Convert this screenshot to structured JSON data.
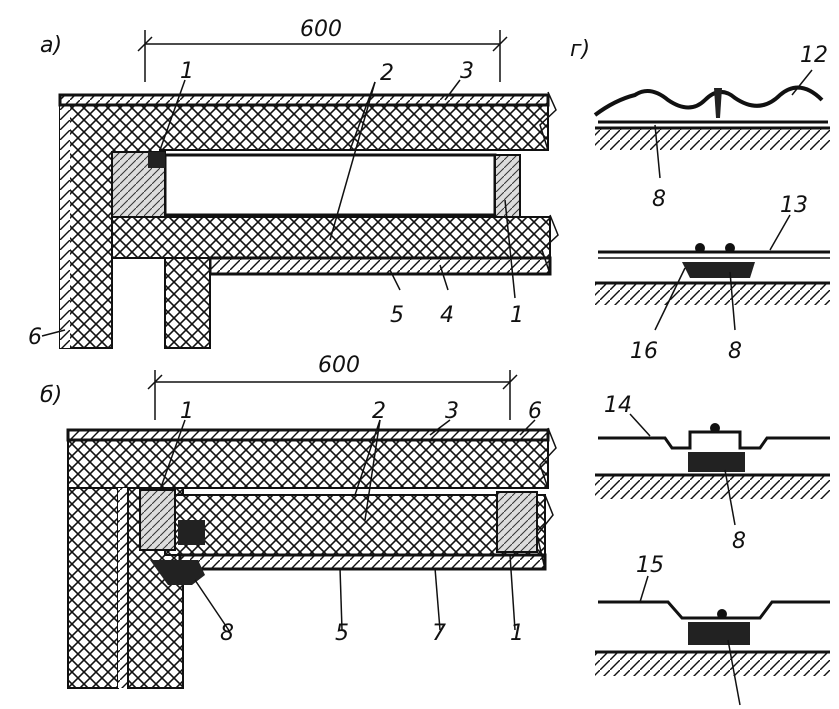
{
  "panels": {
    "a": {
      "label": "а)",
      "dimension": "600",
      "callouts": [
        "1",
        "2",
        "3",
        "5",
        "4",
        "1",
        "6"
      ]
    },
    "b": {
      "label": "б)",
      "dimension": "600",
      "callouts": [
        "1",
        "2",
        "3",
        "6",
        "8",
        "5",
        "7",
        "1"
      ]
    },
    "g": {
      "label": "г)",
      "detail1": {
        "callouts": [
          "12",
          "8"
        ]
      },
      "detail2": {
        "callouts": [
          "13",
          "16",
          "8"
        ]
      },
      "detail3": {
        "callouts": [
          "14",
          "8"
        ]
      },
      "detail4": {
        "callouts": [
          "15"
        ]
      }
    }
  },
  "colors": {
    "ink": "#111111",
    "paper": "#ffffff"
  }
}
